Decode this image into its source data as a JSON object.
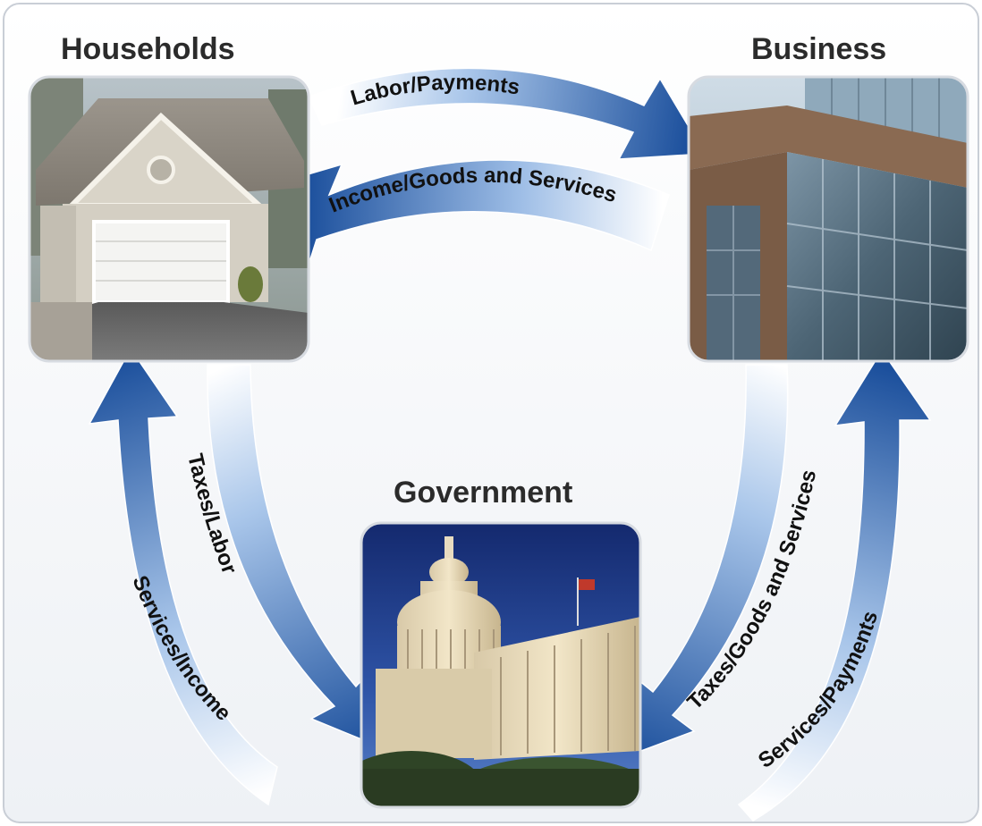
{
  "nodes": {
    "households": {
      "title": "Households"
    },
    "business": {
      "title": "Business"
    },
    "government": {
      "title": "Government"
    }
  },
  "flows": {
    "labor_payments": "Labor/Payments",
    "income_goods_services": "Income/Goods and Services",
    "taxes_labor": "Taxes/Labor",
    "services_income": "Services/Income",
    "taxes_goods_services": "Taxes/Goods and Services",
    "services_payments": "Services/Payments"
  },
  "colors": {
    "arrow_dark": "#1b4f9c",
    "arrow_mid": "#4f86c9",
    "arrow_light": "#e8f0fa",
    "panel_border": "#c9ced6"
  },
  "icons": {
    "households": "house-photo",
    "business": "office-building-photo",
    "government": "capitol-building-photo"
  }
}
